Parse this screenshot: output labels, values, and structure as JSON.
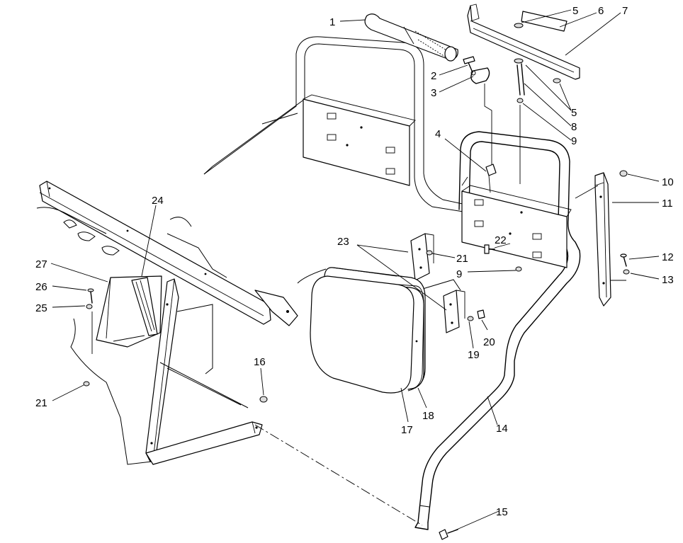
{
  "diagram": {
    "callouts": [
      "1",
      "2",
      "3",
      "4",
      "5",
      "6",
      "7",
      "5",
      "8",
      "9",
      "10",
      "11",
      "12",
      "13",
      "22",
      "21",
      "9",
      "23",
      "24",
      "27",
      "26",
      "25",
      "21",
      "16",
      "19",
      "20",
      "17",
      "18",
      "14",
      "15"
    ]
  }
}
